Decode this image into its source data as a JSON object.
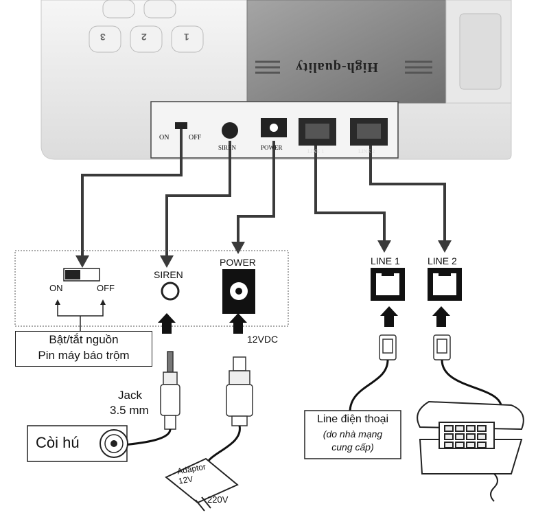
{
  "device": {
    "brand_text": "High-quality",
    "keypad_keys": [
      "3",
      "2",
      "1"
    ],
    "panel": {
      "switch_on": "ON",
      "switch_off": "OFF",
      "siren": "SIREN",
      "power": "POWER",
      "line1": "LINE 1",
      "line2": "LINE 2"
    }
  },
  "legend_box": {
    "switch_on": "ON",
    "switch_off": "OFF",
    "siren": "SIREN",
    "power": "POWER",
    "line1": "LINE 1",
    "line2": "LINE 2",
    "voltage": "12VDC"
  },
  "callouts": {
    "power_switch": [
      "Bật/tắt nguồn",
      "Pin máy báo trộm"
    ],
    "jack": [
      "Jack",
      "3.5 mm"
    ],
    "siren_device": "Còi hú",
    "adaptor": [
      "Adaptor",
      "12V"
    ],
    "mains": "220V",
    "phone_line": [
      "Line điện thoại",
      "(do nhà mạng",
      "cung cấp)"
    ]
  },
  "colors": {
    "connector": "#3a3a3a",
    "device_body": "#efefef",
    "screen": "#8a8a8a"
  }
}
